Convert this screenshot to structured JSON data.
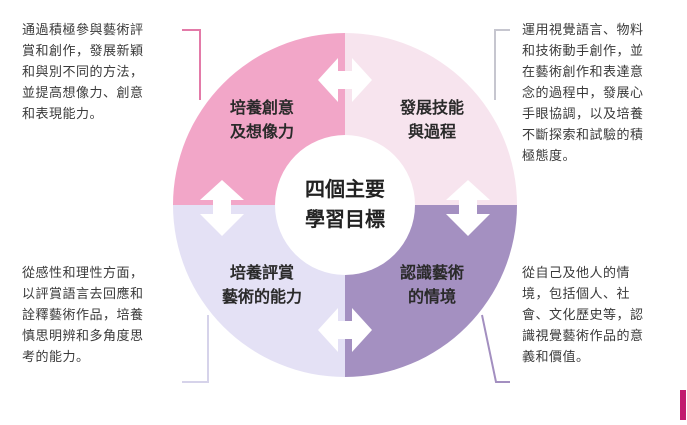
{
  "center": {
    "line1": "四個主要",
    "line2": "學習目標"
  },
  "quadrants": [
    {
      "id": "top-left",
      "line1": "培養創意",
      "line2": "及想像力",
      "color": "#f2a6c8"
    },
    {
      "id": "top-right",
      "line1": "發展技能",
      "line2": "與過程",
      "color": "#f7e4ee"
    },
    {
      "id": "bottom-left",
      "line1": "培養評賞",
      "line2": "藝術的能力",
      "color": "#e4e1f5"
    },
    {
      "id": "bottom-right",
      "line1": "認識藝術",
      "line2": "的情境",
      "color": "#a490c1"
    }
  ],
  "descriptions": {
    "top_left": "通過積極參與藝術評\n賞和創作，發展新穎\n和與別不同的方法，\n並提高想像力、創意\n和表現能力。",
    "top_right": "運用視覺語言、物料\n和技術動手創作，並\n在藝術創作和表達意\n念的過程中，發展心\n手眼協調，以及培養\n不斷探索和試驗的積\n極態度。",
    "bottom_left": "從感性和理性方面，\n以評賞語言去回應和\n詮釋藝術作品，培養\n慎思明辨和多角度思\n考的能力。",
    "bottom_right": "從自己及他人的情\n境，包括個人、社\n會、文化歷史等，認\n識視覺藝術作品的意\n義和價值。"
  },
  "colors": {
    "bracket_tl": "#e37aa8",
    "bracket_tr": "#c6c6cf",
    "bracket_bl": "#d6d3ea",
    "bracket_br": "#a38fc0",
    "arrow": "#ffffff",
    "edge_mark": "#c21a6e"
  }
}
